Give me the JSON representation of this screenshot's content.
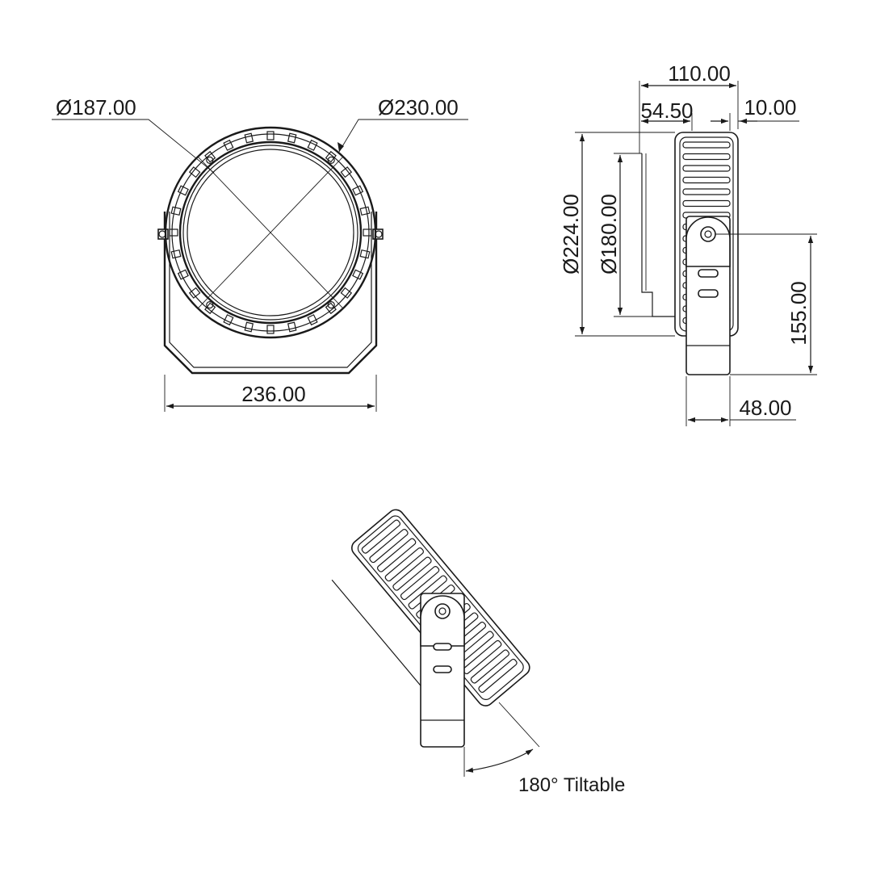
{
  "front_view": {
    "inner_diameter": "Ø187.00",
    "outer_diameter": "Ø230.00",
    "width": "236.00"
  },
  "side_view": {
    "depth_total": "110.00",
    "depth_lens": "54.50",
    "depth_rim": "10.00",
    "height_outer": "Ø224.00",
    "height_inner": "Ø180.00",
    "height_pivot": "155.00",
    "bracket_width": "48.00"
  },
  "tilt_view": {
    "caption": "180° Tiltable"
  }
}
